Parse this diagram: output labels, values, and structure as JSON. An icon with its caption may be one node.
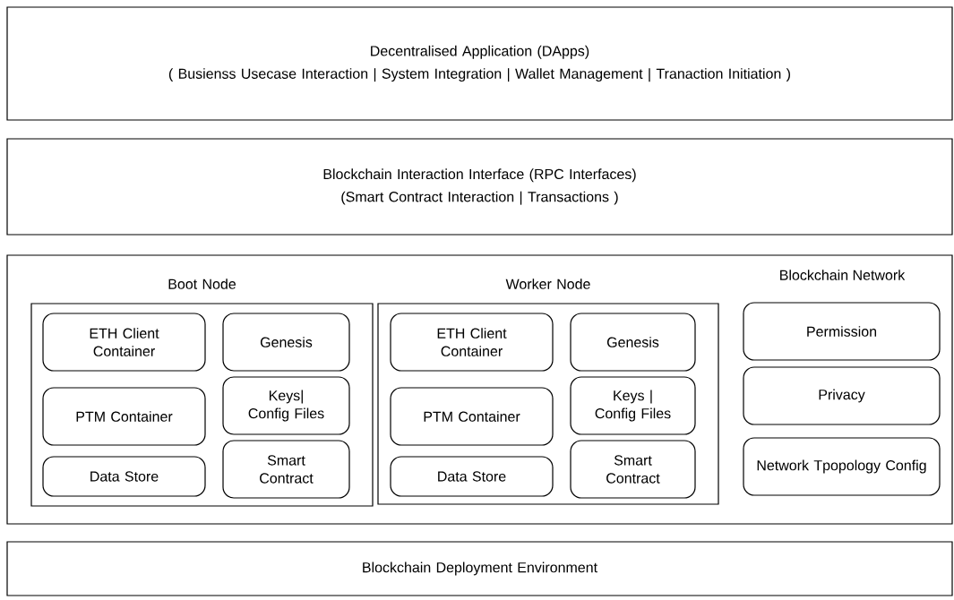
{
  "diagram": {
    "nodes": [
      {
        "text": [
          "Decentralised Application (DApps)",
          "( Busienss Usecase Interaction | System Integration | Wallet Management | Tranaction Initiation )"
        ]
      },
      {
        "text": [
          "Blockchain Interaction Interface (RPC Interfaces)",
          "(Smart Contract Interaction | Transactions )"
        ]
      },
      {
        "text": [],
        "shape": "box"
      },
      {
        "text": [
          "Boot Node"
        ],
        "in": 2
      },
      {
        "text": [
          "ETH Client Container"
        ],
        "in": 3
      },
      {
        "text": [
          "Genesis"
        ],
        "in": 3
      },
      {
        "text": [
          "PTM Container"
        ],
        "in": 3
      },
      {
        "text": [
          "Keys| Config Files"
        ],
        "in": 3
      },
      {
        "text": [
          "Data Store"
        ],
        "in": 3
      },
      {
        "text": [
          "Smart Contract"
        ],
        "in": 3
      },
      {
        "text": [
          "Worker Node"
        ],
        "in": 2
      },
      {
        "text": [
          "ETH Client Container"
        ],
        "in": 10
      },
      {
        "text": [
          "Genesis"
        ],
        "in": 10
      },
      {
        "text": [
          "PTM Container"
        ],
        "in": 10
      },
      {
        "text": [
          "Keys | Config Files"
        ],
        "in": 10
      },
      {
        "text": [
          "Data Store"
        ],
        "in": 10
      },
      {
        "text": [
          "Smart Contract"
        ],
        "in": 10
      },
      {
        "text": [
          "Permission"
        ],
        "in": 2
      },
      {
        "text": [
          "Privacy"
        ],
        "in": 2
      },
      {
        "text": [
          "Network Tpopology Config"
        ],
        "in": 2
      },
      {
        "text": [
          "Blockchain Deployment Environment"
        ]
      }
    ],
    "labels": [
      "Blockchain Network"
    ]
  }
}
